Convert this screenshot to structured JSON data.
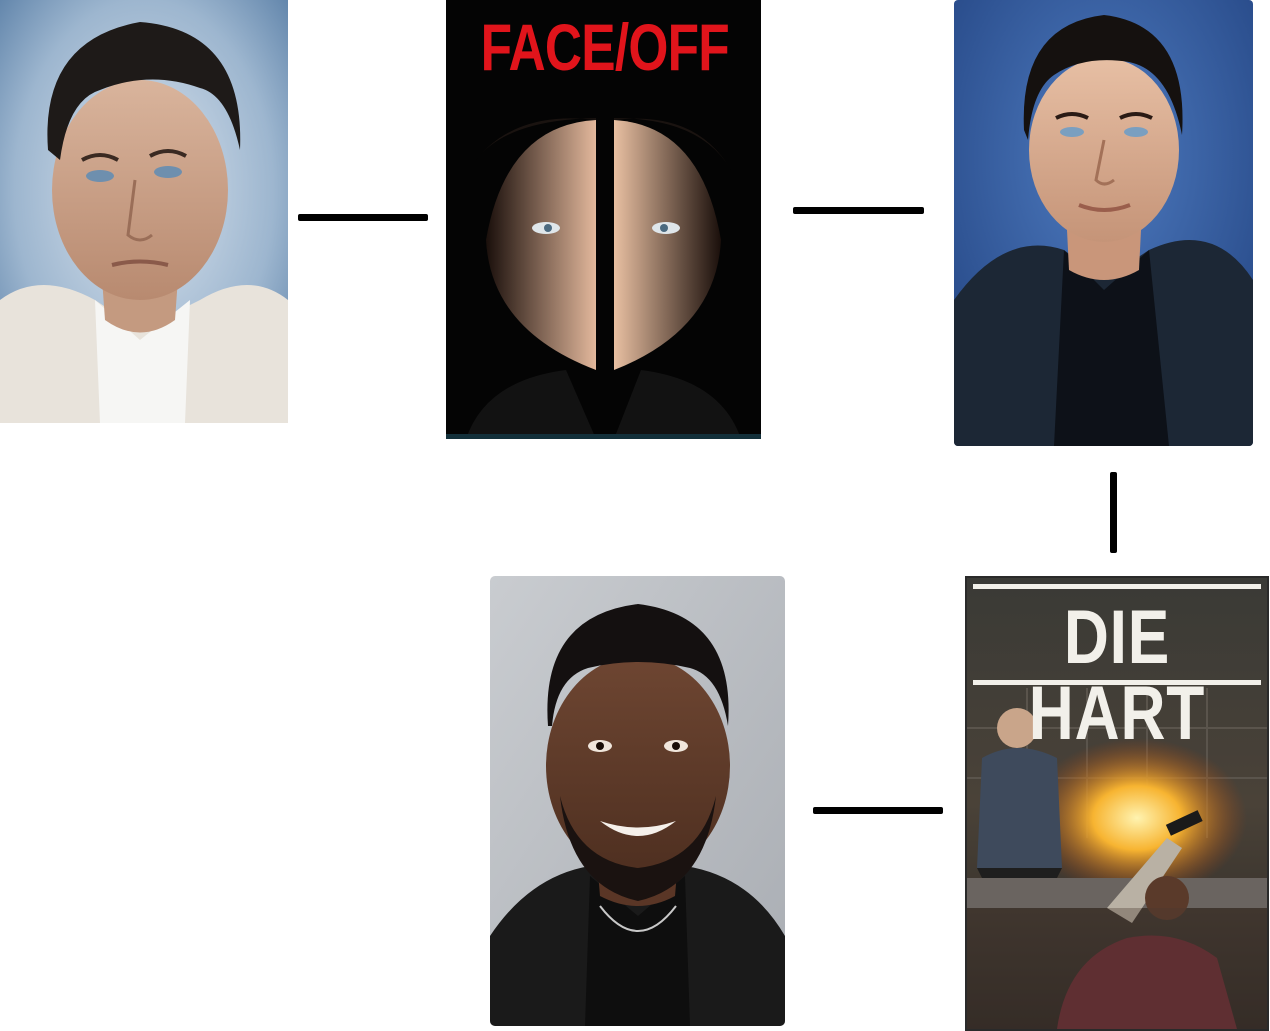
{
  "cards": [
    {
      "kind": "actor-photo"
    },
    {
      "kind": "movie-poster",
      "title": "FACE/OFF"
    },
    {
      "kind": "actor-photo"
    },
    {
      "kind": "movie-poster",
      "title": "DIE HART"
    },
    {
      "kind": "actor-photo"
    }
  ],
  "colors": {
    "background": "#ffffff",
    "connector": "#000000",
    "faceoff_title": "#e1141b",
    "diehart_title": "#f2f0ea"
  }
}
